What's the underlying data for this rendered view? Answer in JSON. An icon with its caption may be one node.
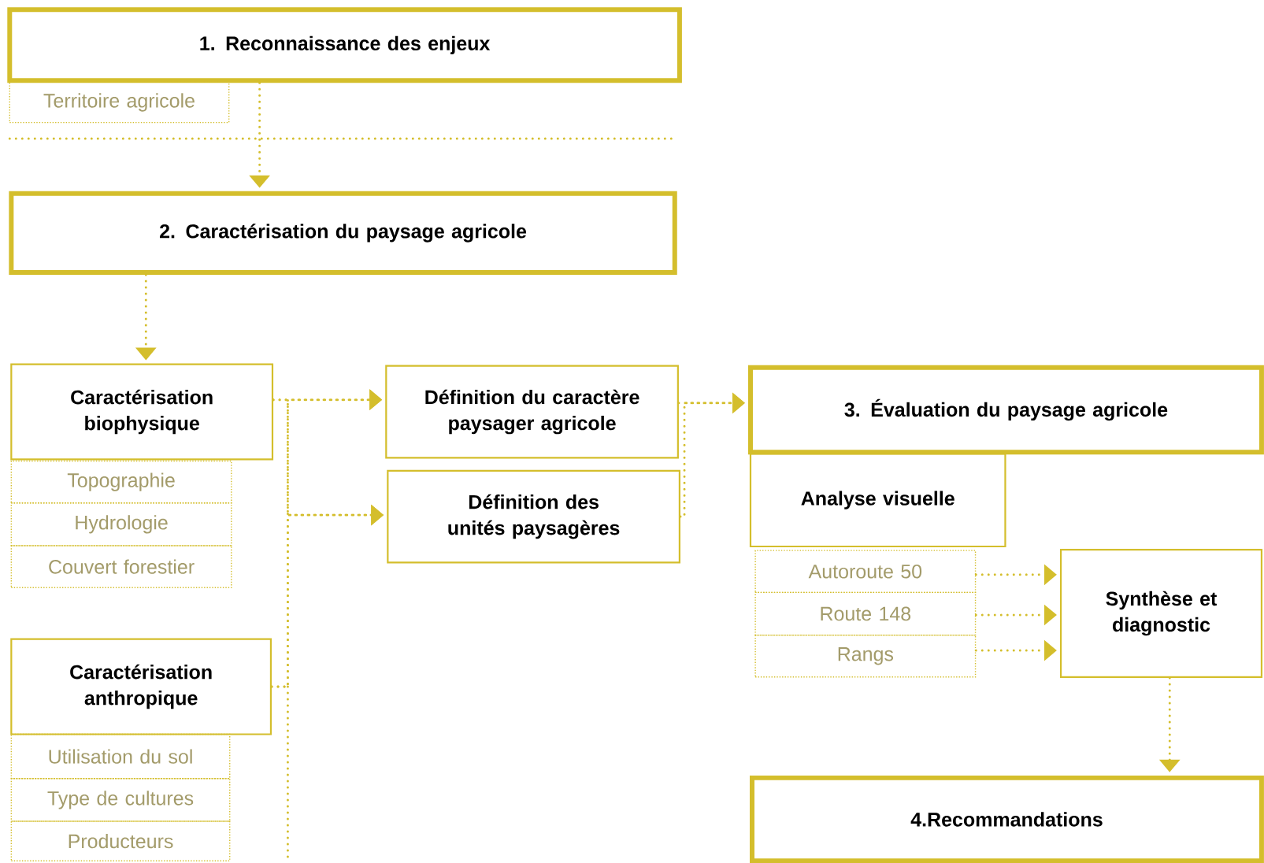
{
  "diagram": {
    "nodes": [
      {
        "text": [
          "1. Reconnaissance des enjeux"
        ]
      },
      {
        "text": [
          "Territoire agricole"
        ]
      },
      {
        "text": [
          "2. Caractérisation du paysage agricole"
        ]
      },
      {
        "text": [
          "Caractérisation biophysique"
        ]
      },
      {
        "text": [
          "Topographie"
        ]
      },
      {
        "text": [
          "Hydrologie"
        ]
      },
      {
        "text": [
          "Couvert forestier"
        ]
      },
      {
        "text": [
          "Caractérisation anthropique"
        ]
      },
      {
        "text": [
          "Utilisation du sol"
        ]
      },
      {
        "text": [
          "Type de cultures"
        ]
      },
      {
        "text": [
          "Producteurs"
        ]
      },
      {
        "text": [
          "Définition du caractère paysager agricole"
        ]
      },
      {
        "text": [
          "Définition des unités paysagères"
        ]
      },
      {
        "text": [
          "3. Évaluation du paysage agricole"
        ]
      },
      {
        "text": [
          "Analyse visuelle"
        ]
      },
      {
        "text": [
          "Autoroute 50"
        ]
      },
      {
        "text": [
          "Route 148"
        ]
      },
      {
        "text": [
          "Rangs"
        ]
      },
      {
        "text": [
          "Synthèse et diagnostic"
        ]
      },
      {
        "text": [
          "4.Recommandations"
        ]
      }
    ],
    "edges": [
      {
        "from": 0,
        "to": 2,
        "arrow": "to"
      },
      {
        "from": 2,
        "to": 3,
        "arrow": "to"
      },
      {
        "from": 3,
        "to": 11,
        "arrow": "to"
      },
      {
        "from": 3,
        "to": 12,
        "arrow": "to"
      },
      {
        "from": 7,
        "to": 11,
        "arrow": "to"
      },
      {
        "from": 7,
        "to": 12,
        "arrow": "to"
      },
      {
        "from": 11,
        "to": 13,
        "arrow": "to"
      },
      {
        "from": 12,
        "to": 13,
        "arrow": "to"
      },
      {
        "from": 15,
        "to": 18,
        "arrow": "to"
      },
      {
        "from": 16,
        "to": 18,
        "arrow": "to"
      },
      {
        "from": 17,
        "to": 18,
        "arrow": "to"
      },
      {
        "from": 18,
        "to": 19,
        "arrow": "to"
      }
    ]
  }
}
